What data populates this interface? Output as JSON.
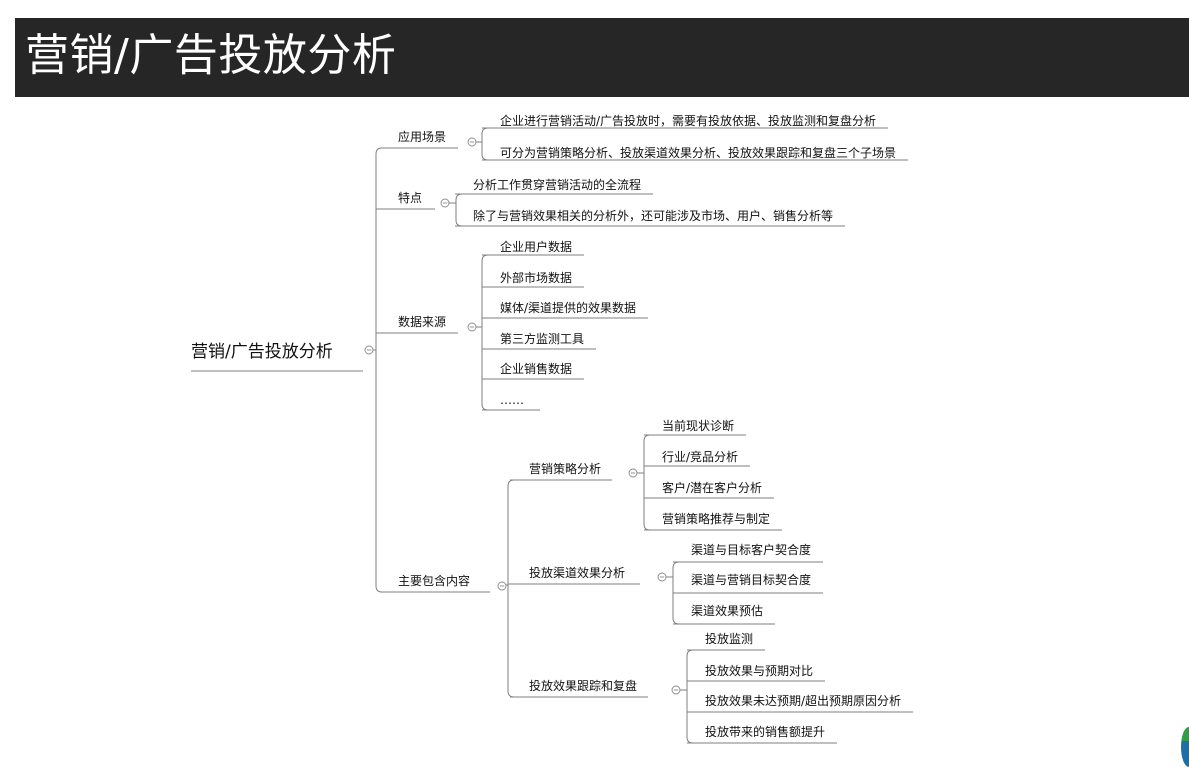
{
  "header": {
    "title": "营销/广告投放分析"
  },
  "mindmap": {
    "root": "营销/广告投放分析",
    "branches": [
      {
        "label": "应用场景",
        "children": [
          "企业进行营销活动/广告投放时，需要有投放依据、投放监测和复盘分析",
          "可分为营销策略分析、投放渠道效果分析、投放效果跟踪和复盘三个子场景"
        ]
      },
      {
        "label": "特点",
        "children": [
          "分析工作贯穿营销活动的全流程",
          "除了与营销效果相关的分析外，还可能涉及市场、用户、销售分析等"
        ]
      },
      {
        "label": "数据来源",
        "children": [
          "企业用户数据",
          "外部市场数据",
          "媒体/渠道提供的效果数据",
          "第三方监测工具",
          "企业销售数据",
          "……"
        ]
      },
      {
        "label": "主要包含内容",
        "children": [
          {
            "label": "营销策略分析",
            "children": [
              "当前现状诊断",
              "行业/竞品分析",
              "客户/潜在客户分析",
              "营销策略推荐与制定"
            ]
          },
          {
            "label": "投放渠道效果分析",
            "children": [
              "渠道与目标客户契合度",
              "渠道与营销目标契合度",
              "渠道效果预估"
            ]
          },
          {
            "label": "投放效果跟踪和复盘",
            "children": [
              "投放监测",
              "投放效果与预期对比",
              "投放效果未达预期/超出预期原因分析",
              "投放带来的销售额提升"
            ]
          }
        ]
      }
    ]
  }
}
